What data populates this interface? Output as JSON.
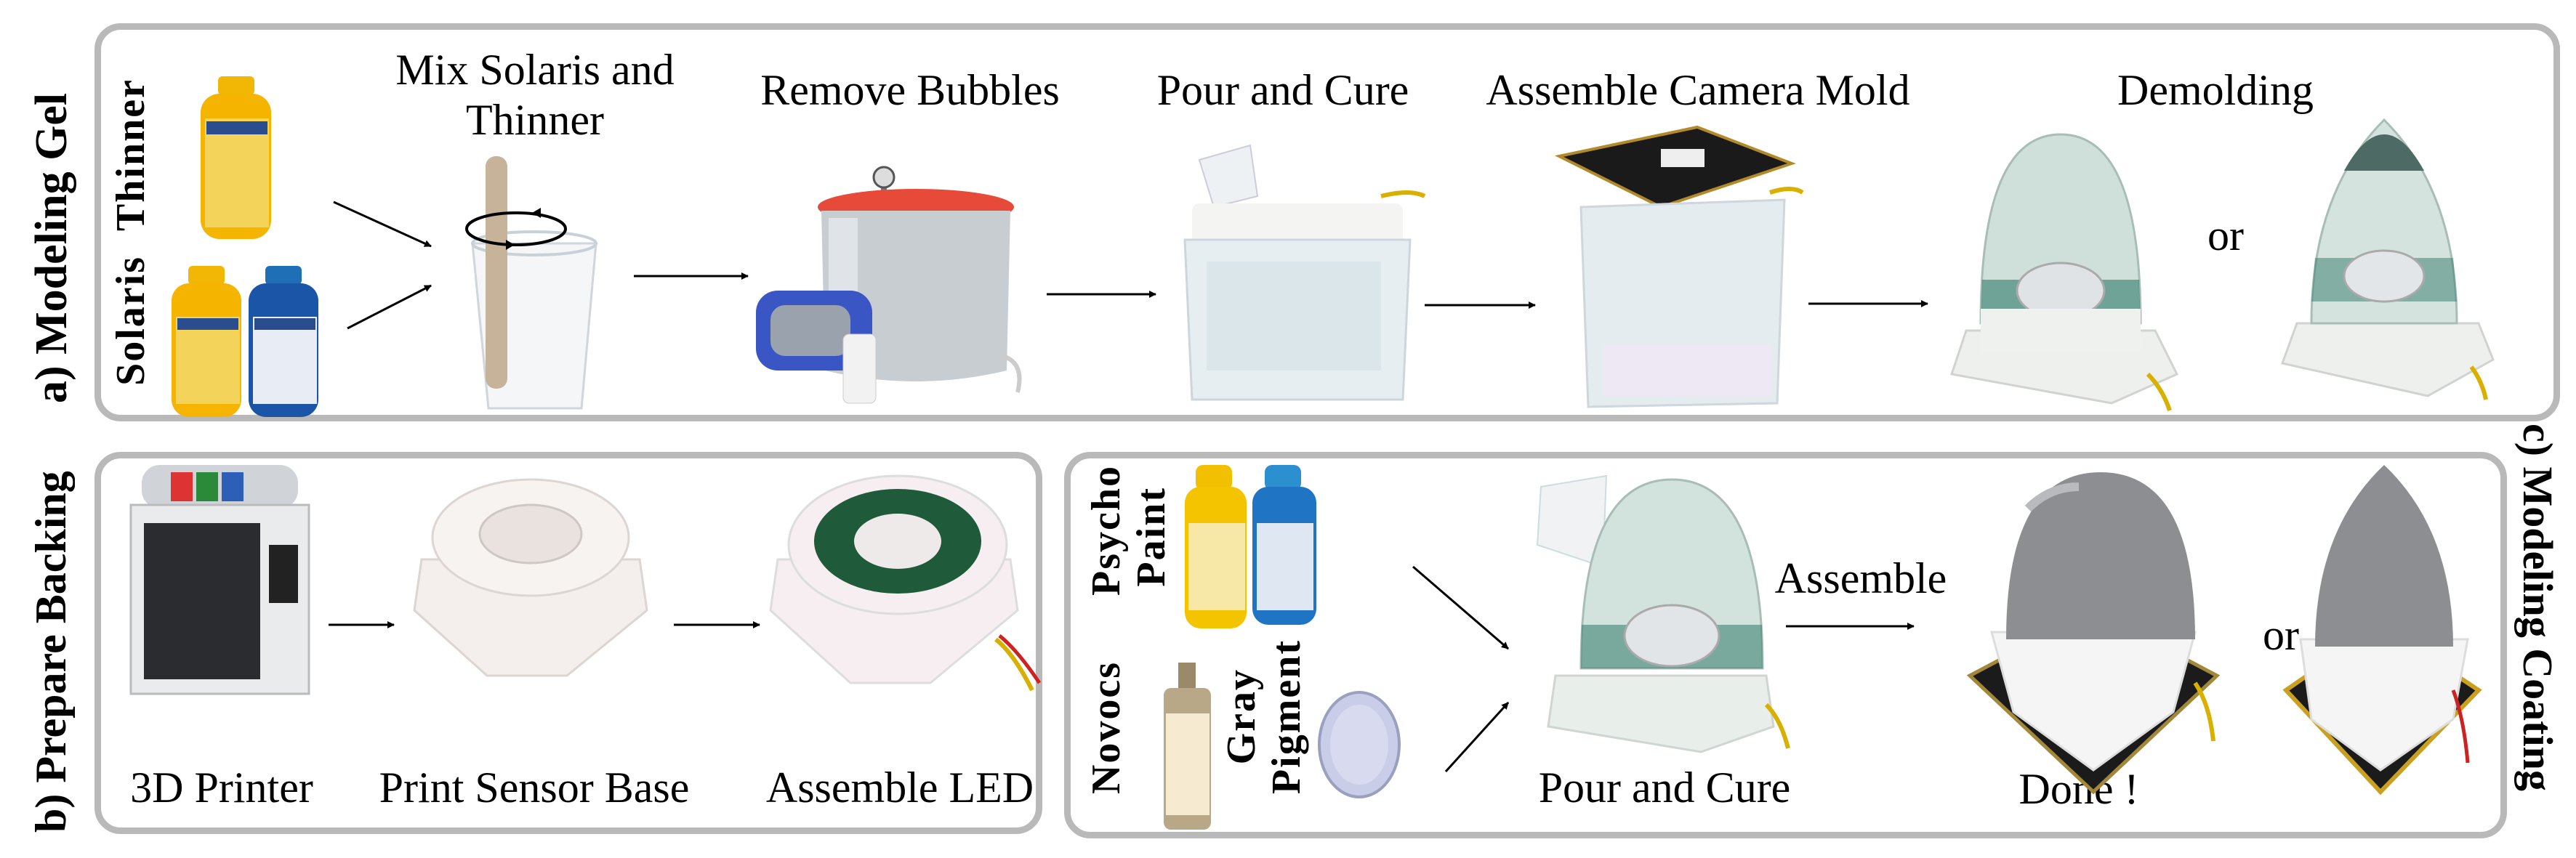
{
  "sections": {
    "a": {
      "label": "a) Modeling Gel"
    },
    "b": {
      "label": "b) Prepare Backing"
    },
    "c": {
      "label": "c) Modeling Coating"
    }
  },
  "modeling_gel": {
    "materials": {
      "thinner": "Thinner",
      "solaris": "Solaris"
    },
    "steps": {
      "mix_line1": "Mix Solaris and",
      "mix_line2": "Thinner",
      "remove_bubbles": "Remove Bubbles",
      "pour_cure": "Pour and Cure",
      "assemble_mold": "Assemble Camera Mold",
      "demolding": "Demolding",
      "or": "or"
    }
  },
  "prepare_backing": {
    "steps": {
      "printer": "3D Printer",
      "print_base": "Print Sensor Base",
      "assemble_led": "Assemble LED"
    }
  },
  "modeling_coating": {
    "materials": {
      "psycho": "Psycho",
      "paint": "Paint",
      "novocs": "Novocs",
      "gray": "Gray",
      "pigment": "Pigment"
    },
    "steps": {
      "pour_cure": "Pour and Cure",
      "assemble": "Assemble",
      "or": "or",
      "done": "Done !"
    }
  },
  "colors": {
    "panel_border": "#b9b9b9",
    "arrow": "#000000"
  }
}
